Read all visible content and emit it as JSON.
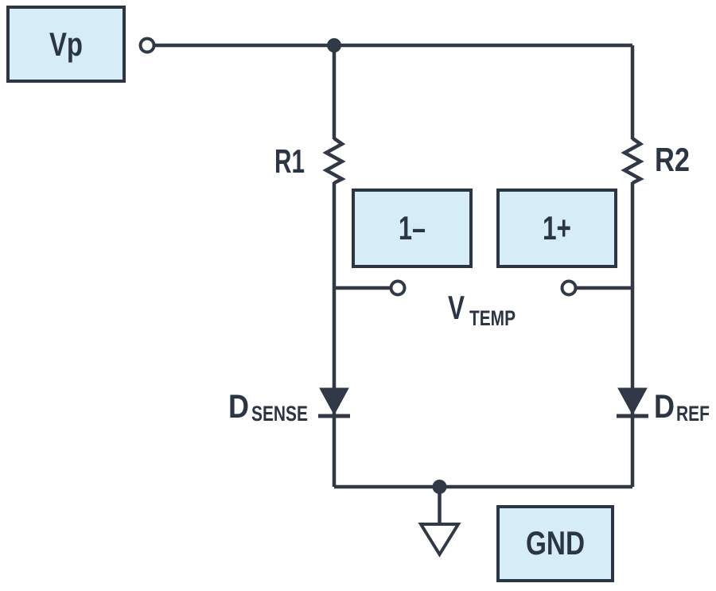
{
  "diagram": {
    "title": "diode-temperature-sense-circuit"
  },
  "colors": {
    "wire": "#313947",
    "node_fill": "#d6edf8",
    "node_border": "#2c3543",
    "label": "#2c3543",
    "background": "#ffffff"
  },
  "labels": {
    "vp": "Vp",
    "r1": "R1",
    "r2": "R2",
    "in_minus": "1–",
    "in_plus": "1+",
    "vtemp": {
      "main": "V",
      "sub": "TEMP"
    },
    "d_sense": {
      "main": "D",
      "sub": "SENSE"
    },
    "d_ref": {
      "main": "D",
      "sub": "REF"
    },
    "gnd": "GND"
  }
}
